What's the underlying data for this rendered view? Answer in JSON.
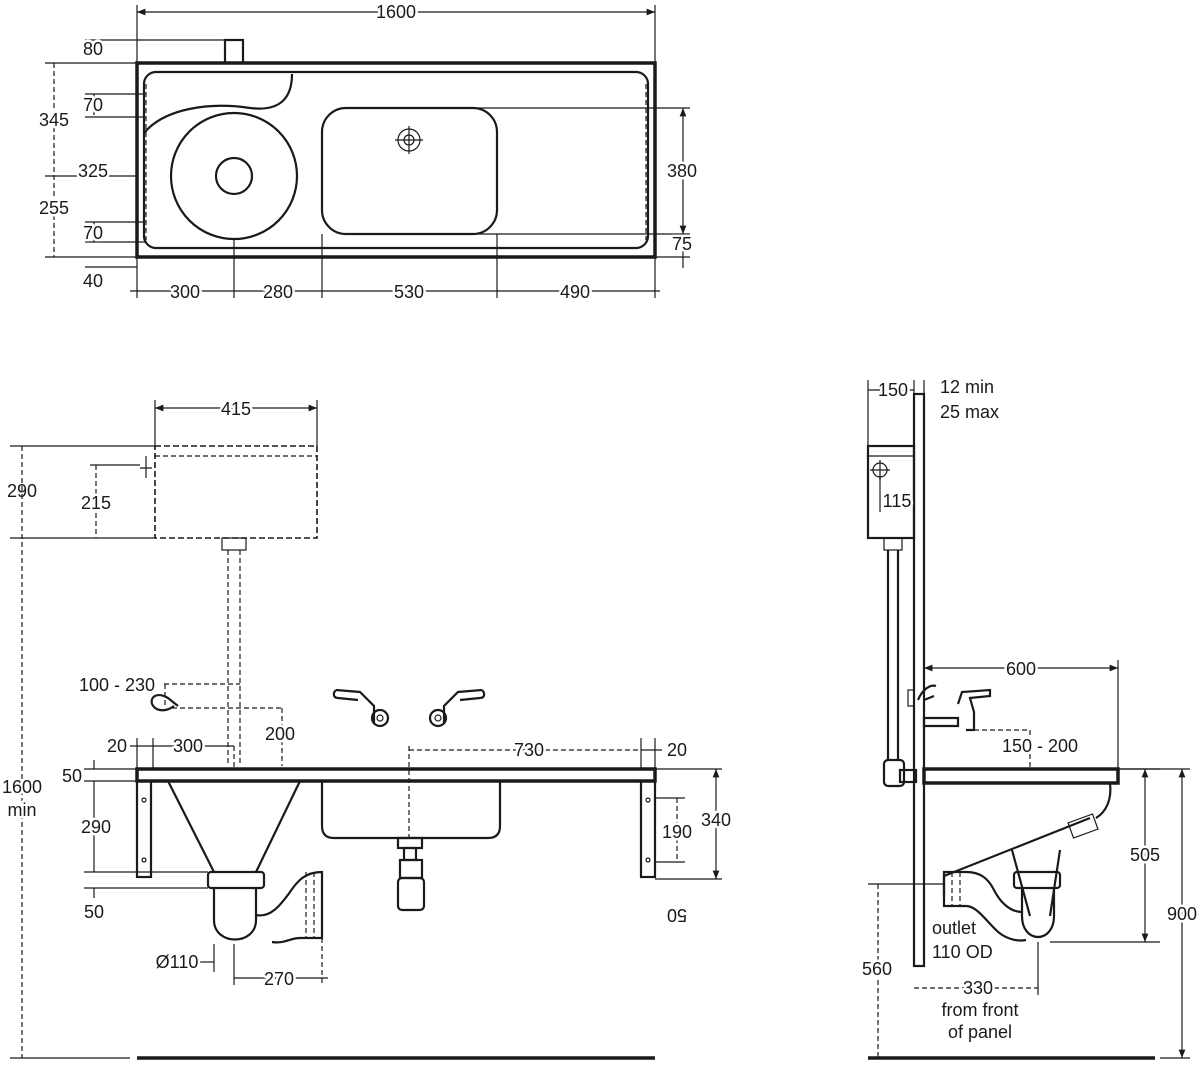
{
  "plan_view": {
    "overall_width": "1600",
    "tap_offset": "80",
    "depth_upper": "345",
    "flange_top": "70",
    "centre": "325",
    "depth_lower": "255",
    "flange_bottom": "70",
    "bottom_edge": "40",
    "bowl_depth": "380",
    "bowl_front": "75",
    "seg_300": "300",
    "seg_280": "280",
    "seg_530": "530",
    "seg_490": "490"
  },
  "front_view": {
    "cistern_width": "415",
    "cistern_height": "290",
    "cistern_inlet": "215",
    "flush_range": "100 - 230",
    "lever_height": "200",
    "left_margin": "20",
    "flush_centre": "300",
    "bowl_span": "730",
    "right_margin": "20",
    "top_thickness": "50",
    "bracket_height": "290",
    "frame_height": "340",
    "leg_height": "190",
    "floor_gap_left": "50",
    "floor_gap_right": "50",
    "trap_diameter": "Ø110",
    "trap_offset": "270",
    "total_height_value": "1600",
    "total_height_note": "min"
  },
  "side_view": {
    "cistern_depth": "150",
    "panel_min": "12 min",
    "panel_max": "25 max",
    "cistern_inlet": "115",
    "projection": "600",
    "tap_range": "150 - 200",
    "bowl_height": "505",
    "rim_height": "900",
    "outlet_height": "560",
    "outlet_line1": "outlet",
    "outlet_line2": "110 OD",
    "outlet_offset": "330",
    "offset_note1": "from front",
    "offset_note2": "of panel"
  }
}
